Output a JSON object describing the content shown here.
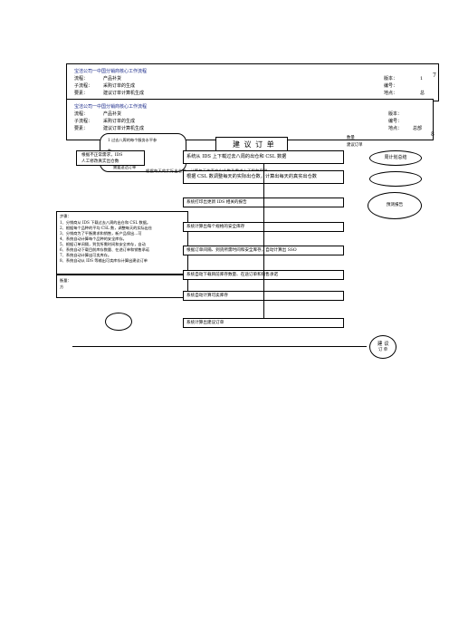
{
  "header_back": {
    "company": "宝洁公司一中国分销商核心工作流程",
    "rows": [
      {
        "label": "流程：",
        "value": "产品补货",
        "right_label": "版本：",
        "right_value": "1"
      },
      {
        "label": "子流程：",
        "value": "采购订单的生成",
        "right_label": "编号：",
        "right_value": ""
      },
      {
        "label": "要素：",
        "value": "建议订单计算机生成",
        "right_label": "地点：",
        "right_value": "总"
      }
    ],
    "edge": "7"
  },
  "header_front": {
    "company": "宝洁公司一中国分销商核心工作流程",
    "rows": [
      {
        "label": "流程：",
        "value": "产品补货",
        "right_label": "版本：",
        "right_value": ""
      },
      {
        "label": "子流程：",
        "value": "采购订单的生成",
        "right_label": "编号：",
        "right_value": ""
      },
      {
        "label": "要素：",
        "value": "建议订单计算机生成",
        "right_label": "地点：",
        "right_value": "总部"
      }
    ],
    "edge": "8"
  },
  "popup_left": {
    "items": [
      "1 过去八周的每个服务水平参",
      "数",
      "的最低库存",
      "需要送达订单"
    ]
  },
  "title_box": "建 议 订 单",
  "small_notes": [
    "数量",
    "建议订单"
  ],
  "side_note": {
    "line1": "根据不正常需求，IDS",
    "line2": "人工修改真实出仓数"
  },
  "strip_text": "根据每天的实际出仓数，计算每天的真实出仓数及需求上下限和预测",
  "process_steps": [
    "系统从 IDS 上下载过去八周的出仓和 CSL 数据",
    "根据 CSL 数调整每天的实际出仓数，计算出每天的真实出仓数",
    "系统打印出更新 IDS 相关的报告",
    "系统计算出每个规格的安全库存",
    "根据订单间隔、到货所需时间和安全库存，自动计算出 SSO",
    "系统自动下载目前库存数量、在途订单和销售承诺",
    "系统自动计算可卖库存",
    "系统计算出建议订单"
  ],
  "right_ovals": [
    "周计划总结",
    "",
    "预测报告"
  ],
  "end_oval_right": {
    "line1": "建 议",
    "line2": "订 单"
  },
  "notes_title": "步骤：",
  "notes": [
    "1、分销商从 IDS 下载过去八周的出仓和 CSL 数据。",
    "2、根据每个品种的平均 CSL 数，调整每天的实际出仓",
    "3、分销商为了平衡需求和销售，新产品保出...可",
    "4、系统自动计算每个品种的安全库存。",
    "5、根据订单间隔，到货所需时间和安全库存，自动",
    "6、系统自动下载目前库存数量、在途订单和销售承诺",
    "7、系统自动计算出可卖库存。",
    "8、系统自动从 IDS 等输出可卖库存计算出建议订单"
  ],
  "notes2_title": "衡量：",
  "notes2_line": "方"
}
